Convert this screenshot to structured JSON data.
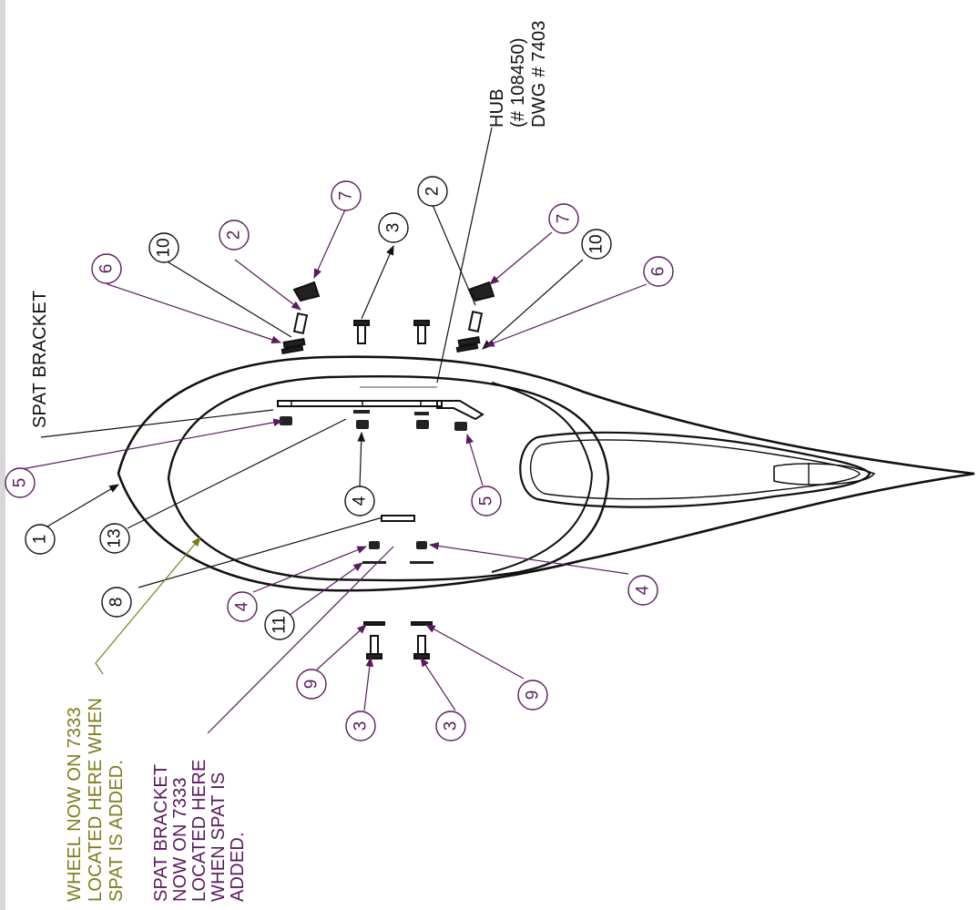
{
  "colors": {
    "ink": "#111111",
    "purple": "#5a1a5e",
    "olive": "#7d7d1c",
    "frame": "#d8d8d8"
  },
  "labels": {
    "spat_bracket": "SPAT BRACKET",
    "hub_lines": [
      "HUB",
      "(# 108450)",
      "DWG # 7403"
    ],
    "wheel_note_lines": [
      "WHEEL NOW ON 7333",
      "LOCATED HERE WHEN",
      "SPAT IS ADDED."
    ],
    "spat_note_lines": [
      "SPAT BRACKET",
      "NOW ON 7333",
      "LOCATED HERE",
      "WHEN SPAT IS",
      "ADDED."
    ]
  },
  "balloons": {
    "b1": "1",
    "b5_left": "5",
    "b13": "13",
    "b8": "8",
    "b4_center": "4",
    "b4_lower": "4",
    "b11": "11",
    "b5_right": "5",
    "b4_right": "4",
    "b9_left": "9",
    "b3_left": "3",
    "b3_right": "3",
    "b9_right": "9",
    "b6_left": "6",
    "b10_left": "10",
    "b2_left": "2",
    "b7_left": "7",
    "b3_top": "3",
    "b2_right": "2",
    "b7_right": "7",
    "b10_right": "10",
    "b6_right": "6"
  }
}
